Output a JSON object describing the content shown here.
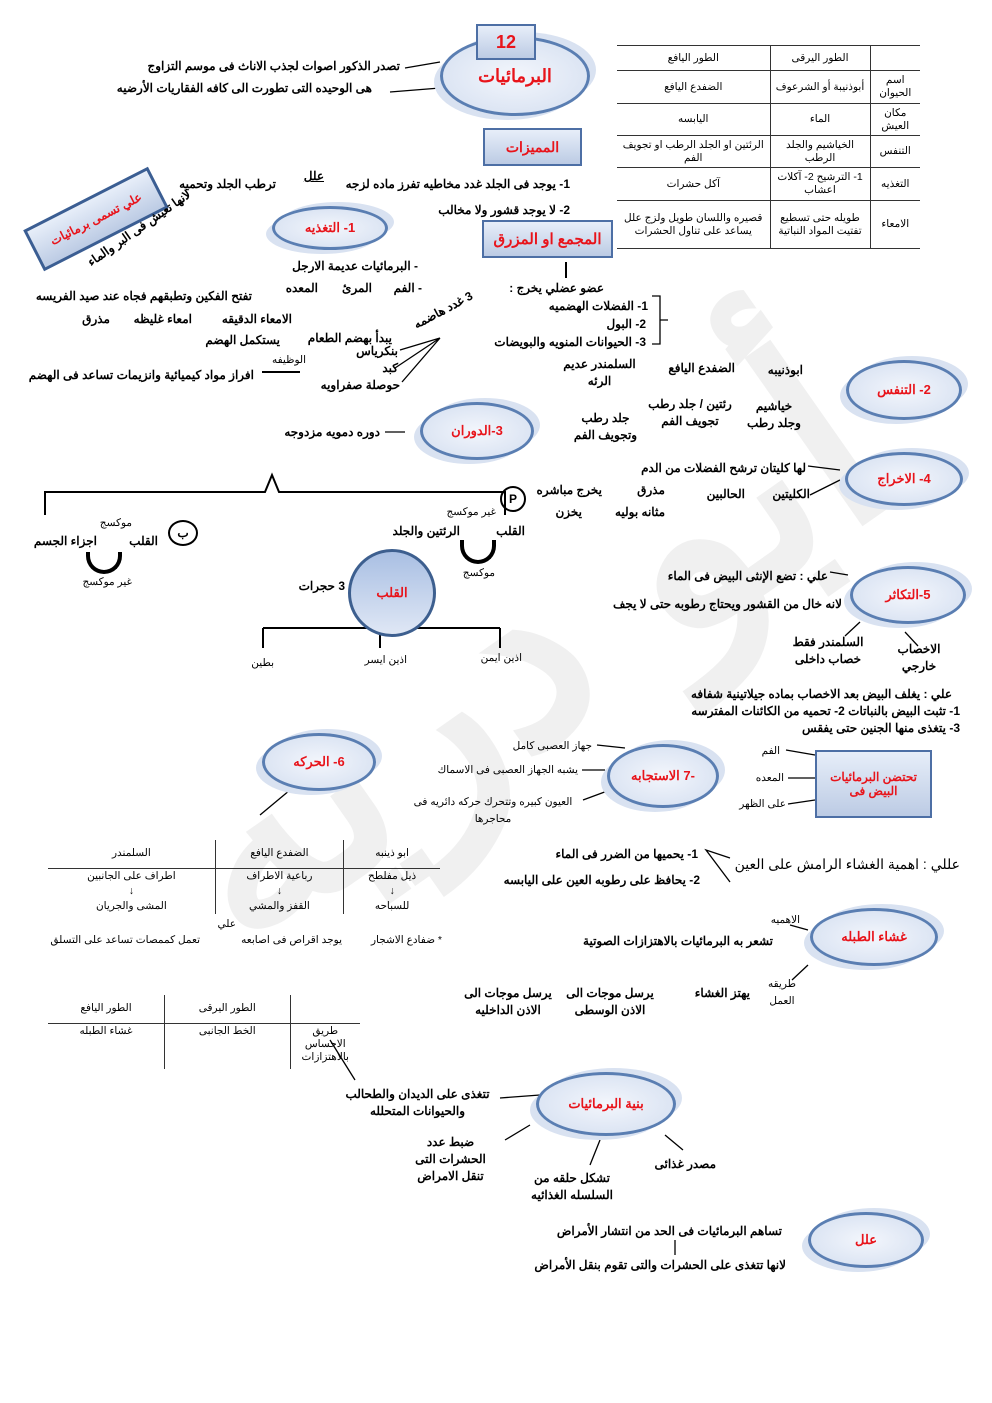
{
  "watermark": "أبو دريه",
  "title": {
    "number": "12",
    "name": "البرمائيات"
  },
  "intro": [
    "تصدر الذكور اصوات لجذب الاناث فى موسم التزاوج",
    "هى الوحيده التى تطورت الى كافه الفقاريات الأرضيه"
  ],
  "features": {
    "label": "المميزات",
    "f1": "1- يوجد فى الجلد غدد مخاطيه تفرز ماده لزجه",
    "why": "علل",
    "f1_result": "ترطب الجلد وتحميه",
    "f2": "2- لا يوجد قشور ولا مخالب"
  },
  "cloaca": {
    "label": "المجمع او المزرق",
    "intro": "عضو عضلي يخرج :",
    "items": [
      "1- الفضلات الهضميه",
      "2- البول",
      "3- الحيوانات المنويه والبويضات"
    ]
  },
  "table_top": {
    "headers": [
      "",
      "الطور اليرقى",
      "الطور اليافع"
    ],
    "rows": [
      [
        "اسم الحيوان",
        "أبوذنيبة أو الشرعوف",
        "الضفدع اليافع"
      ],
      [
        "مكان العيش",
        "الماء",
        "اليابسه"
      ],
      [
        "التنفس",
        "الخياشيم والجلد الرطب",
        "الرئتين او الجلد الرطب او تجويف الفم"
      ],
      [
        "التغذيه",
        "1- الترشيح 2- آكلات اعشاب",
        "آكل حشرات"
      ],
      [
        "الامعاء",
        "طويله حتى تسطيع تفتيت المواد النباتية",
        "قصيره واللسان طويل ولزج علل يساعد على تناول الحشرات"
      ]
    ]
  },
  "naming": {
    "label": "علي تسمى برمائيات",
    "reason": "لانها تعيش فى البر والماء"
  },
  "nutrition": {
    "label": "1- التغذيه",
    "l1": "- البرمائيات عديمة الارجل",
    "l1b": "تفتح الفكين وتطبقهم فجاه عند صيد الفريسه",
    "mouth": "- الفم",
    "esoph": "المرئ",
    "stomach": "المعده",
    "small": "الامعاء الدقيقه",
    "large": "امعاء غليظه",
    "cloaca": "مذرق",
    "stomach_note": "يبدأ بهضم الطعام",
    "small_note": "يستكمل الهضم",
    "glands": "3 غدد هاضمه",
    "pancreas": "بنكرياس",
    "liver": "كبد",
    "gall": "حوصلة صفراويه",
    "function": "الوظيفه",
    "function_text": "افراز مواد كيميائية وانزيمات تساعد فى الهضم"
  },
  "respiration": {
    "label": "2- التنفس",
    "tadpole": "ابوذنيبه",
    "tadpole_r": "خياشيم وجلد رطب",
    "frog": "الضفدع اليافع",
    "frog_r": "رئتين / جلد رطب تجويف الفم",
    "sal": "السلمندر عديم الرئه",
    "sal_r": "جلد رطب وتجويف الفم"
  },
  "circulation": {
    "label": "3-الدوران",
    "text": "دوره دمويه مزدوجه",
    "p": "P",
    "b": "ب",
    "deox": "غير موكسج",
    "ox": "موكسج",
    "heart": "القلب",
    "lungs": "الرئتين والجلد",
    "body": "اجزاء الجسم",
    "chambers": "3 حجرات",
    "parts": [
      "بطين",
      "اذين ايسر",
      "اذين ايمن"
    ]
  },
  "excretion": {
    "label": "4- الاخراج",
    "text": "لها كليتان ترشح الفضلات من الدم",
    "kidneys": "الكليتين",
    "ureters": "الحالبين",
    "cloaca": "مذرق",
    "direct": "يخرج مباشره",
    "bladder": "مثانه بوليه",
    "store": "يخزن"
  },
  "reproduction": {
    "label": "5-التكاثر",
    "q": "علي : تضع الإنثى البيض فى الماء",
    "a": "لانه خال من القشور ويحتاج رطوبه حتى لا يجف",
    "internal": "السلمندر فقط خصاب داخلى",
    "external": "الاخصاب خارجي",
    "q2": "علي : يغلف البيض بعد الاخصاب بماده جيلاتينية شفافه",
    "a2": "1- تثبت البيض بالنباتات  2- تحميه من الكائنات المفترسه",
    "a3": "3- يتغذى منها الجنين حتى يفقس"
  },
  "movement": {
    "label": "6- الحركه",
    "table": {
      "headers": [
        "ابو ذينبه",
        "الضفدع اليافع",
        "السلمندر"
      ],
      "row1": [
        "ذيل مفلطح",
        "رباعية الاطراف",
        "اطراف على الجانبين"
      ],
      "row2": [
        "للسباحه",
        "القفز والمشي",
        "المشى والجريان"
      ]
    },
    "tree": "* ضفادع الاشجار",
    "tree2": "يوجد اقراص فى اصابعه",
    "why": "علي",
    "tree3": "تعمل كممصات تساعد على التسلق"
  },
  "response": {
    "label": "-7 الاستجابه",
    "items": [
      "جهاز العصبى كامل",
      "يشبه الجهاز العصبى فى الاسماك",
      "العيون كبيره وتتحرك حركه دائريه فى محاجرها"
    ]
  },
  "brooding": {
    "label": "تحتضن البرمائيات البيض فى",
    "items": [
      "الفم",
      "المعده",
      "على الظهر"
    ]
  },
  "eyelid": {
    "q": "عللي : اهمية الغشاء الرامش على العين",
    "a1": "1- يحميها من الضرر فى الماء",
    "a2": "2- يحافظ على رطوبه العين على اليابسه"
  },
  "eardrum": {
    "label": "غشاء الطبله",
    "importance": "الاهميه",
    "importance_text": "تشعر به البرمائيات بالاهتزازات الصوتية",
    "method": "طريقه العمل",
    "s1": "يهتز الغشاء",
    "s2": "يرسل موجات الى الاذن الوسطى",
    "s3": "يرسل موجات الى الاذن الداخليه"
  },
  "table_sense": {
    "headers": [
      "",
      "الطور اليرقى",
      "الطور اليافع"
    ],
    "row": [
      "طريق الاحساس بالاهتزازات",
      "الخط الجانبى",
      "غشاء الطبله"
    ]
  },
  "ecology": {
    "label": "بنية البرمائيات",
    "e1": "تتغذى على الديدان والطحالب والحيوانات المتحلله",
    "e2": "ضبط عدد الحشرات التى تنقل الامراض",
    "e3": "تشكل حلقه من السلسله الغذائيه",
    "e4": "مصدر غذائى"
  },
  "disease": {
    "label": "علل",
    "q": "تساهم البرمائيات فى الحد من انتشار الأمراض",
    "a": "لانها تتغذى على الحشرات والتى تقوم بنقل الأمراض"
  }
}
